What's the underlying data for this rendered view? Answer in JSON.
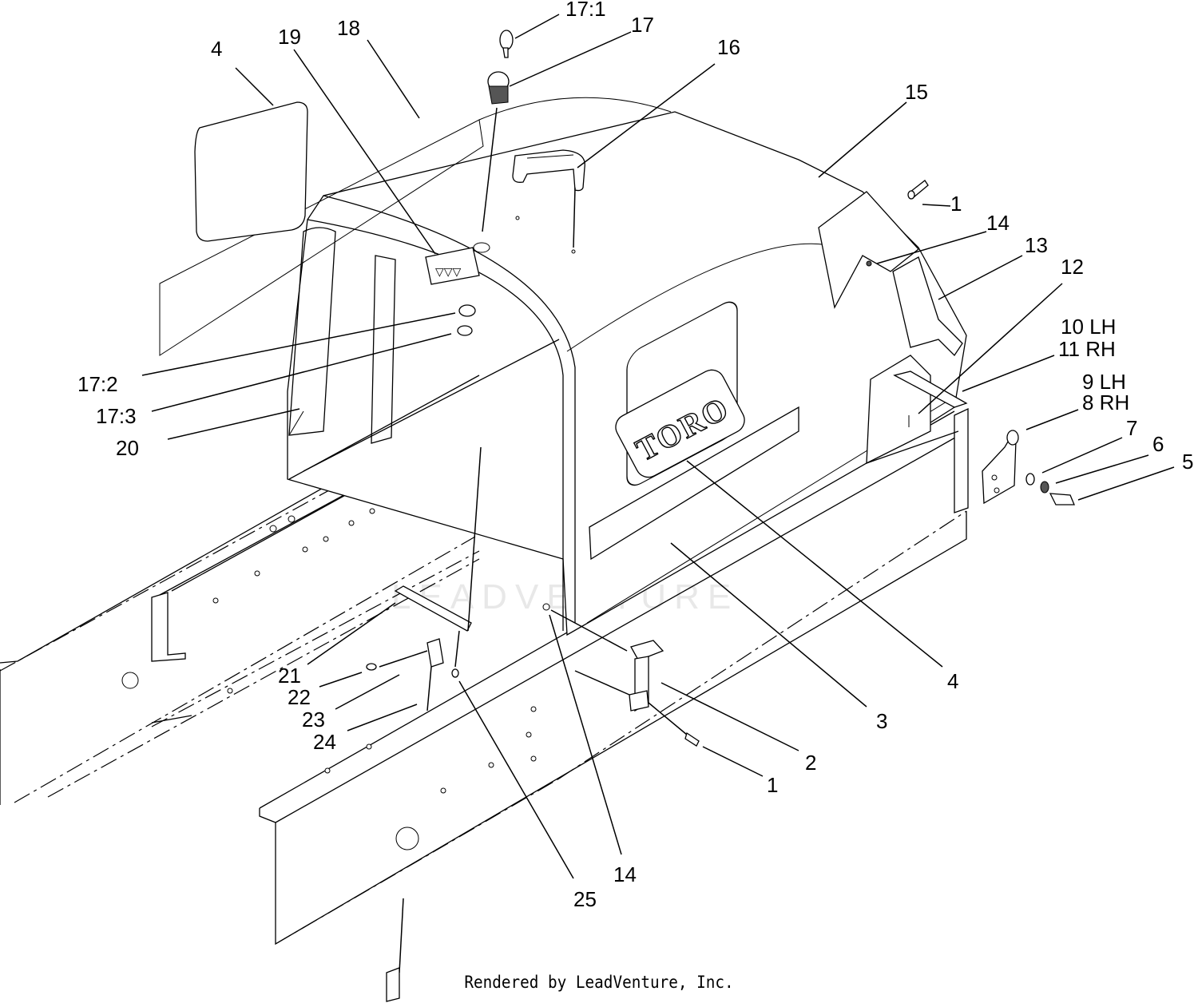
{
  "diagram": {
    "logo_text": "TORO",
    "watermark": "LEADVENTURE",
    "credit": "Rendered by LeadVenture, Inc.",
    "callouts": [
      {
        "id": "c-17-1",
        "text": "17:1"
      },
      {
        "id": "c-17",
        "text": "17"
      },
      {
        "id": "c-19",
        "text": "19"
      },
      {
        "id": "c-18",
        "text": "18"
      },
      {
        "id": "c-4-top",
        "text": "4"
      },
      {
        "id": "c-16",
        "text": "16"
      },
      {
        "id": "c-15",
        "text": "15"
      },
      {
        "id": "c-1-top",
        "text": "1"
      },
      {
        "id": "c-14-top",
        "text": "14"
      },
      {
        "id": "c-13",
        "text": "13"
      },
      {
        "id": "c-12",
        "text": "12"
      },
      {
        "id": "c-10",
        "text": "10 LH"
      },
      {
        "id": "c-11",
        "text": "11 RH"
      },
      {
        "id": "c-9",
        "text": "9 LH"
      },
      {
        "id": "c-8",
        "text": "8 RH"
      },
      {
        "id": "c-7",
        "text": "7"
      },
      {
        "id": "c-6",
        "text": "6"
      },
      {
        "id": "c-5",
        "text": "5"
      },
      {
        "id": "c-17-2",
        "text": "17:2"
      },
      {
        "id": "c-17-3",
        "text": "17:3"
      },
      {
        "id": "c-20",
        "text": "20"
      },
      {
        "id": "c-4-mid",
        "text": "4"
      },
      {
        "id": "c-3",
        "text": "3"
      },
      {
        "id": "c-2",
        "text": "2"
      },
      {
        "id": "c-1-bot",
        "text": "1"
      },
      {
        "id": "c-21",
        "text": "21"
      },
      {
        "id": "c-22",
        "text": "22"
      },
      {
        "id": "c-23",
        "text": "23"
      },
      {
        "id": "c-24",
        "text": "24"
      },
      {
        "id": "c-25",
        "text": "25"
      },
      {
        "id": "c-14-bot",
        "text": "14"
      }
    ]
  }
}
